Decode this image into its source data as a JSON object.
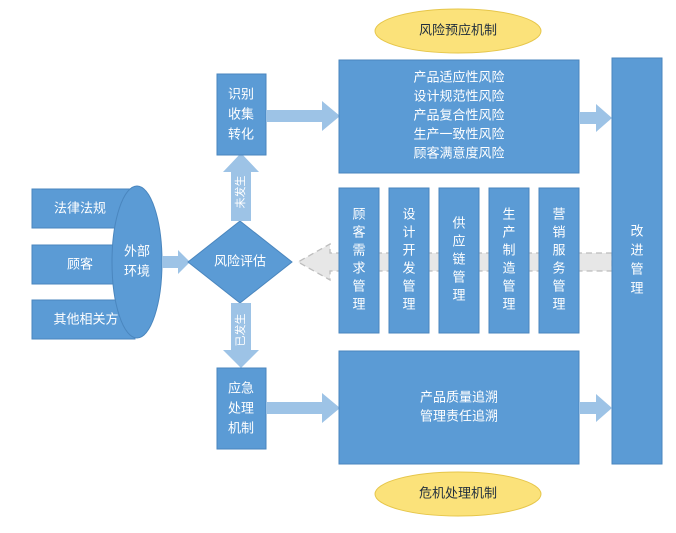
{
  "colors": {
    "box": "#5b9bd5",
    "box_stroke": "#4a86be",
    "arrow": "#9dc3e6",
    "ellipse_fill": "#fbe27a",
    "ellipse_stroke": "#e6c64a",
    "dashed_arrow_fill": "#e7e7e7",
    "dashed_arrow_stroke": "#bdbdbd"
  },
  "header_label": "风险预应机制",
  "footer_label": "危机处理机制",
  "inputs": [
    "法律法规",
    "顾客",
    "其他相关方"
  ],
  "external_env": [
    "外部",
    "环境"
  ],
  "risk_assessment": "风险评估",
  "not_occurred": "未发生",
  "occurred": "已发生",
  "identify_box": [
    "识别",
    "收集",
    "转化"
  ],
  "risk_list": [
    "产品适应性风险",
    "设计规范性风险",
    "产品复合性风险",
    "生产一致性风险",
    "顾客满意度风险"
  ],
  "management_columns": [
    [
      "顾",
      "客",
      "需",
      "求",
      "管",
      "理"
    ],
    [
      "设",
      "计",
      "开",
      "发",
      "管",
      "理"
    ],
    [
      "供",
      "应",
      "链",
      "管",
      "理"
    ],
    [
      "生",
      "产",
      "制",
      "造",
      "管",
      "理"
    ],
    [
      "营",
      "销",
      "服",
      "务",
      "管",
      "理"
    ]
  ],
  "improvement": [
    "改",
    "进",
    "管",
    "理"
  ],
  "emergency_box": [
    "应急",
    "处理",
    "机制"
  ],
  "trace_list": [
    "产品质量追溯",
    "管理责任追溯"
  ]
}
